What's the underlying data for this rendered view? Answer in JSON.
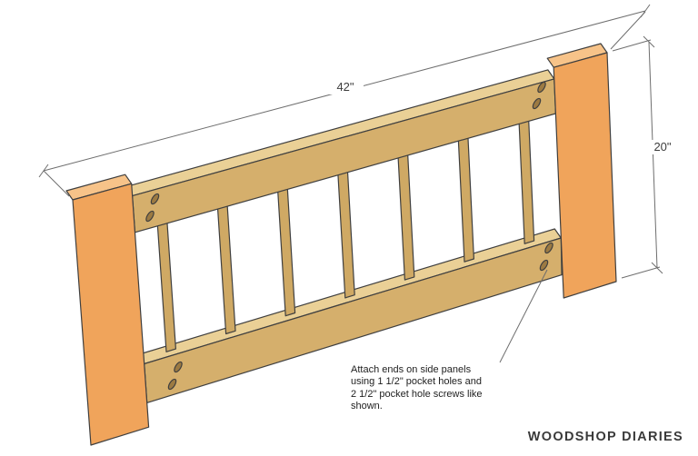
{
  "dimensions": {
    "width_label": "42\"",
    "height_label": "20\""
  },
  "annotation": {
    "text": "Attach ends on side panels\nusing 1 1/2\" pocket holes and\n2 1/2\" pocket hole screws like\nshown."
  },
  "logo": {
    "text": "WOODSHOP DIARIES"
  },
  "colors": {
    "background": "#FFFFFF",
    "post_face": "#F0A45B",
    "post_top": "#F7C389",
    "rail_face": "#D5AF6C",
    "rail_top": "#EAD096",
    "spindle": "#CFA964",
    "pocket_hole": "#9C7A42",
    "outline": "#3F3F3F",
    "dimension": "#6E6E6E"
  }
}
